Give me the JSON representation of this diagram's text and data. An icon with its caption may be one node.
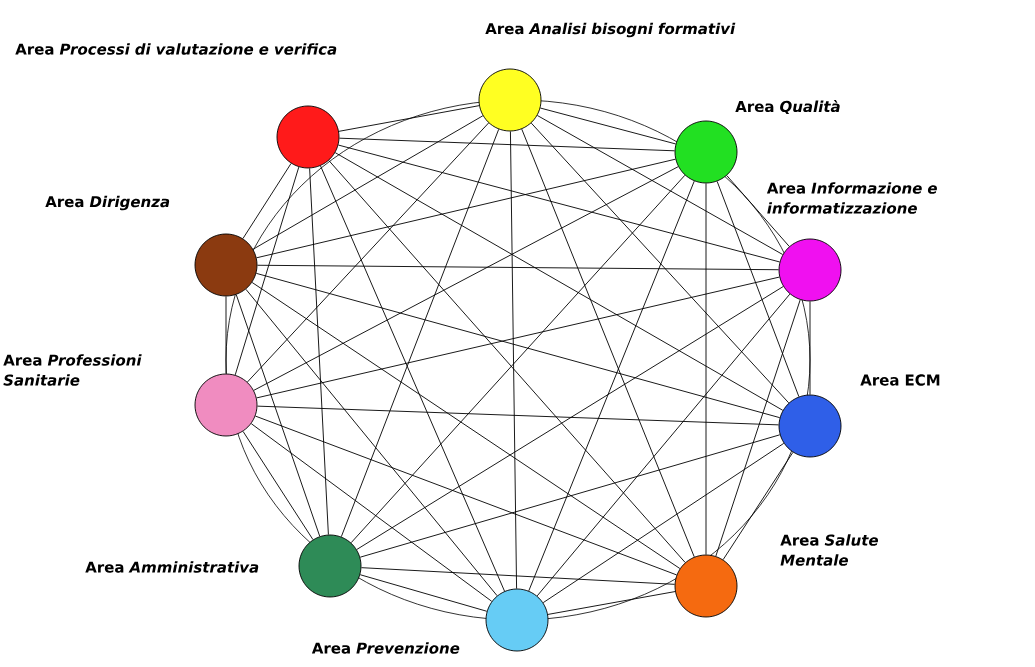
{
  "diagram": {
    "nodes": [
      {
        "text": [],
        "shape": "circle",
        "beside": [
          "Area *Analisi bisogni formativi*"
        ]
      },
      {
        "text": [],
        "shape": "circle",
        "beside": [
          "Area *Qualità*"
        ]
      },
      {
        "text": [],
        "shape": "circle",
        "beside": [
          "Area *Informazione e informatizzazione*"
        ]
      },
      {
        "text": [],
        "shape": "circle",
        "beside": [
          "Area ECM"
        ]
      },
      {
        "text": [],
        "shape": "circle",
        "beside": [
          "Area *Salute Mentale*"
        ]
      },
      {
        "text": [],
        "shape": "circle",
        "beside": [
          "Area *Prevenzione*"
        ]
      },
      {
        "text": [],
        "shape": "circle",
        "beside": [
          "Area *Amministrativa*"
        ]
      },
      {
        "text": [],
        "shape": "circle",
        "beside": [
          "Area *Professioni Sanitarie*"
        ]
      },
      {
        "text": [],
        "shape": "circle",
        "beside": [
          "Area *Dirigenza*"
        ]
      },
      {
        "text": [],
        "shape": "circle",
        "beside": [
          "Area *Processi di valutazione e verifica*"
        ]
      }
    ],
    "edges": [
      {
        "from": 0,
        "to": 1,
        "arrow": "none"
      },
      {
        "from": 0,
        "to": 2,
        "arrow": "none"
      },
      {
        "from": 0,
        "to": 3,
        "arrow": "none"
      },
      {
        "from": 0,
        "to": 4,
        "arrow": "none"
      },
      {
        "from": 0,
        "to": 5,
        "arrow": "none"
      },
      {
        "from": 0,
        "to": 6,
        "arrow": "none"
      },
      {
        "from": 0,
        "to": 7,
        "arrow": "none"
      },
      {
        "from": 0,
        "to": 8,
        "arrow": "none"
      },
      {
        "from": 0,
        "to": 9,
        "arrow": "none"
      },
      {
        "from": 1,
        "to": 2,
        "arrow": "none"
      },
      {
        "from": 1,
        "to": 3,
        "arrow": "none"
      },
      {
        "from": 1,
        "to": 4,
        "arrow": "none"
      },
      {
        "from": 1,
        "to": 5,
        "arrow": "none"
      },
      {
        "from": 1,
        "to": 6,
        "arrow": "none"
      },
      {
        "from": 1,
        "to": 7,
        "arrow": "none"
      },
      {
        "from": 1,
        "to": 8,
        "arrow": "none"
      },
      {
        "from": 1,
        "to": 9,
        "arrow": "none"
      },
      {
        "from": 2,
        "to": 3,
        "arrow": "none"
      },
      {
        "from": 2,
        "to": 4,
        "arrow": "none"
      },
      {
        "from": 2,
        "to": 5,
        "arrow": "none"
      },
      {
        "from": 2,
        "to": 6,
        "arrow": "none"
      },
      {
        "from": 2,
        "to": 7,
        "arrow": "none"
      },
      {
        "from": 2,
        "to": 8,
        "arrow": "none"
      },
      {
        "from": 2,
        "to": 9,
        "arrow": "none"
      },
      {
        "from": 3,
        "to": 4,
        "arrow": "none"
      },
      {
        "from": 3,
        "to": 5,
        "arrow": "none"
      },
      {
        "from": 3,
        "to": 6,
        "arrow": "none"
      },
      {
        "from": 3,
        "to": 7,
        "arrow": "none"
      },
      {
        "from": 3,
        "to": 8,
        "arrow": "none"
      },
      {
        "from": 3,
        "to": 9,
        "arrow": "none"
      },
      {
        "from": 4,
        "to": 5,
        "arrow": "none"
      },
      {
        "from": 4,
        "to": 6,
        "arrow": "none"
      },
      {
        "from": 4,
        "to": 7,
        "arrow": "none"
      },
      {
        "from": 4,
        "to": 8,
        "arrow": "none"
      },
      {
        "from": 4,
        "to": 9,
        "arrow": "none"
      },
      {
        "from": 5,
        "to": 6,
        "arrow": "none"
      },
      {
        "from": 5,
        "to": 7,
        "arrow": "none"
      },
      {
        "from": 5,
        "to": 8,
        "arrow": "none"
      },
      {
        "from": 5,
        "to": 9,
        "arrow": "none"
      },
      {
        "from": 6,
        "to": 7,
        "arrow": "none"
      },
      {
        "from": 6,
        "to": 8,
        "arrow": "none"
      },
      {
        "from": 6,
        "to": 9,
        "arrow": "none"
      },
      {
        "from": 7,
        "to": 8,
        "arrow": "none"
      },
      {
        "from": 7,
        "to": 9,
        "arrow": "none"
      },
      {
        "from": 8,
        "to": 9,
        "arrow": "none"
      }
    ]
  }
}
